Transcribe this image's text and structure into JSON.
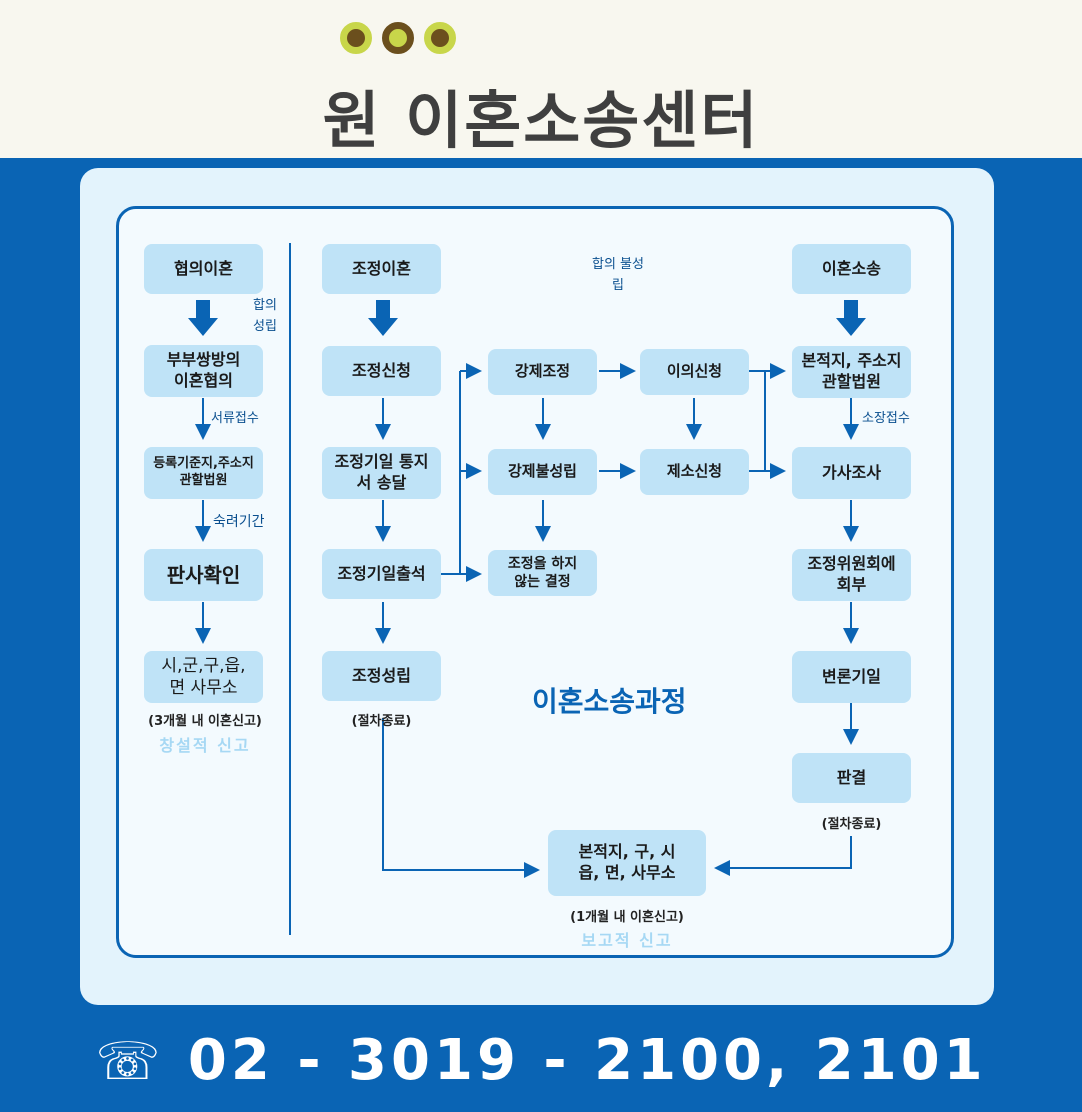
{
  "header": {
    "title": "원 이혼소송센터",
    "dot_colors": [
      "#c8d64a",
      "#7a5a1c",
      "#c8d64a"
    ]
  },
  "diagram": {
    "title": "이혼소송과정",
    "left": {
      "nodes": [
        "협의이혼",
        "부부쌍방의 이혼협의",
        "등록기준지,주소지 관할법원",
        "판사확인",
        "시,군,구,읍, 면 사무소"
      ],
      "labels": [
        "합의 성립",
        "서류접수",
        "숙려기간"
      ],
      "note": "(3개월 내 이혼신고)",
      "note2": "창설적 신고"
    },
    "mediation": {
      "nodes": [
        "조정이혼",
        "조정신청",
        "조정기일 통지서 송달",
        "조정기일출석",
        "조정성립"
      ],
      "note": "(절차종료)"
    },
    "middle": {
      "nodes": [
        "강제조정",
        "강제불성립",
        "조정을 하지 않는 결정",
        "이의신청",
        "제소신청"
      ],
      "label": "합의 불성립"
    },
    "litigation": {
      "nodes": [
        "이혼소송",
        "본적지, 주소지 관할법원",
        "가사조사",
        "조정위원회에 회부",
        "변론기일",
        "판결"
      ],
      "label": "소장접수",
      "note": "(절차종료)"
    },
    "bottom": {
      "node": "본적지, 구, 시 읍, 면, 사무소",
      "note": "(1개월 내 이혼신고)",
      "note2": "보고적 신고"
    }
  },
  "footer": {
    "phone_icon": "telephone-icon",
    "phone_glyph": "☏",
    "phone": "02 - 3019 - 2100, 2101"
  },
  "colors": {
    "brand_blue": "#0a64b4",
    "node_bg": "#bfe3f7",
    "panel_bg": "#e3f3fc"
  }
}
